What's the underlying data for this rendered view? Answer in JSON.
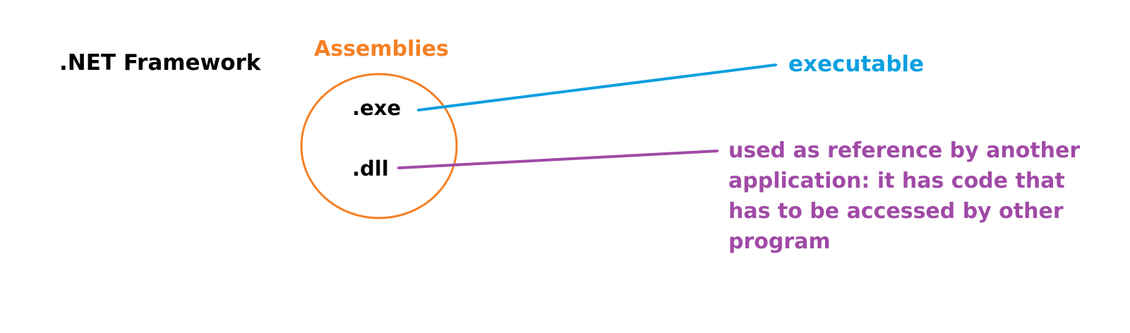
{
  "framework": {
    "label": ".NET Framework"
  },
  "assemblies": {
    "title": "Assemblies",
    "items": [
      {
        "label": ".exe",
        "description": "executable"
      },
      {
        "label": ".dll",
        "description": "used as reference by another application: it has code that has to be accessed by other program"
      }
    ]
  },
  "colors": {
    "framework": "#000000",
    "assemblies": "#f58025",
    "exe_connector": "#0b9fe0",
    "dll_connector": "#a04aa6"
  }
}
